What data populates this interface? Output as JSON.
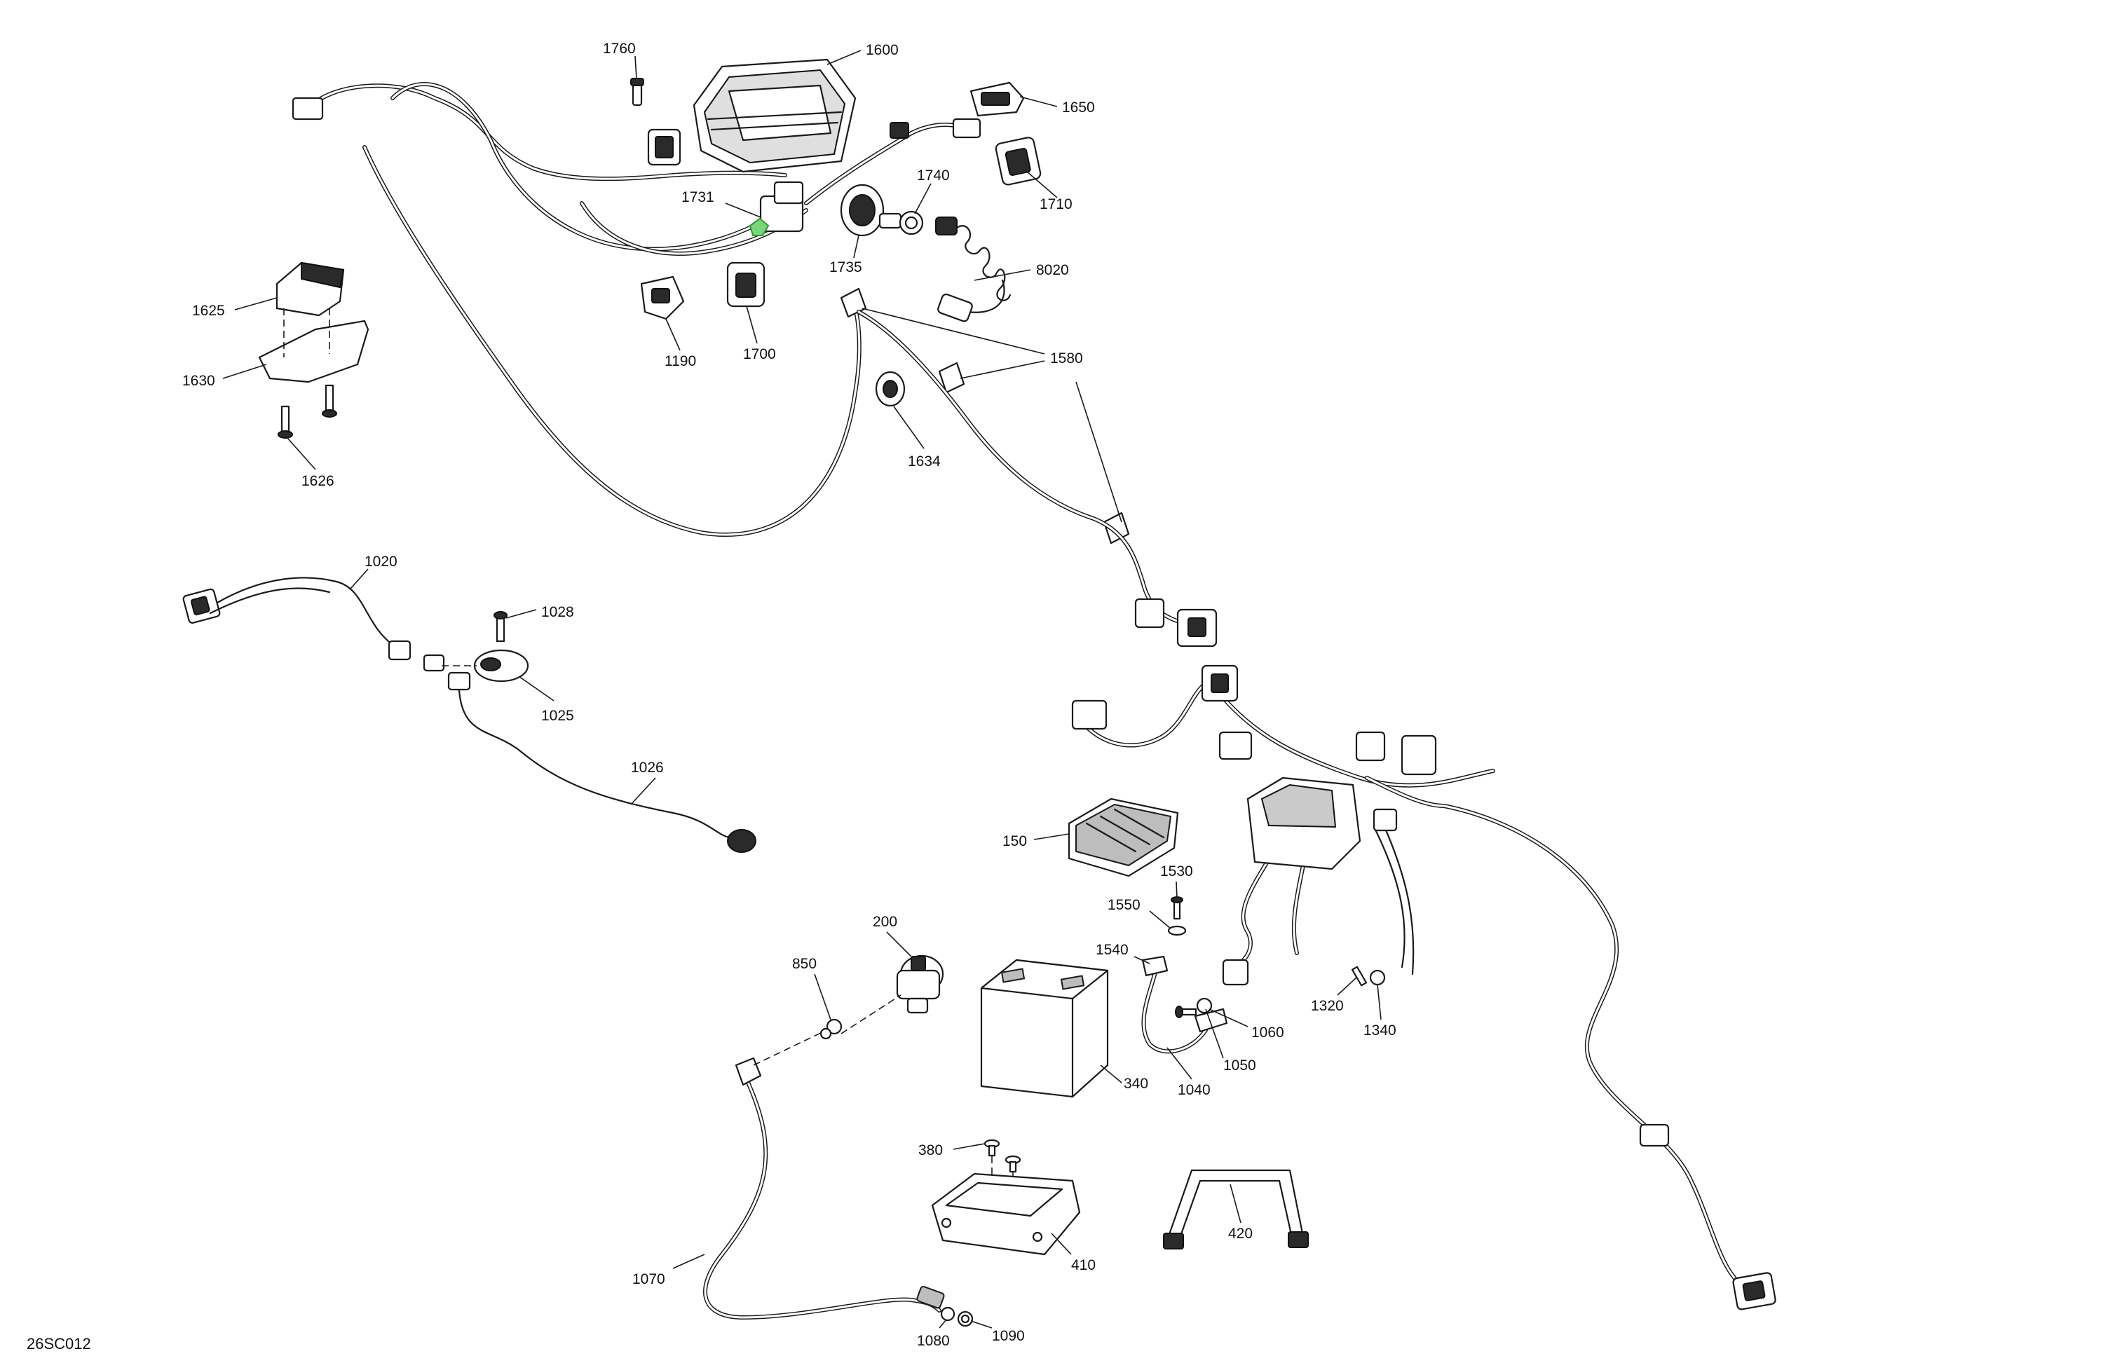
{
  "diagram": {
    "drawing_code": "26SC012",
    "callouts": [
      {
        "id": "c1760",
        "label": "1760"
      },
      {
        "id": "c1600",
        "label": "1600"
      },
      {
        "id": "c1650",
        "label": "1650"
      },
      {
        "id": "c1710",
        "label": "1710"
      },
      {
        "id": "c1740",
        "label": "1740"
      },
      {
        "id": "c1731",
        "label": "1731"
      },
      {
        "id": "c1735",
        "label": "1735"
      },
      {
        "id": "c8020",
        "label": "8020"
      },
      {
        "id": "c1625",
        "label": "1625"
      },
      {
        "id": "c1630",
        "label": "1630"
      },
      {
        "id": "c1626",
        "label": "1626"
      },
      {
        "id": "c1190",
        "label": "1190"
      },
      {
        "id": "c1700",
        "label": "1700"
      },
      {
        "id": "c1580",
        "label": "1580"
      },
      {
        "id": "c1634",
        "label": "1634"
      },
      {
        "id": "c1020",
        "label": "1020"
      },
      {
        "id": "c1028",
        "label": "1028"
      },
      {
        "id": "c1025",
        "label": "1025"
      },
      {
        "id": "c1026",
        "label": "1026"
      },
      {
        "id": "c150",
        "label": "150"
      },
      {
        "id": "c1530",
        "label": "1530"
      },
      {
        "id": "c1550",
        "label": "1550"
      },
      {
        "id": "c1540",
        "label": "1540"
      },
      {
        "id": "c200",
        "label": "200"
      },
      {
        "id": "c850",
        "label": "850"
      },
      {
        "id": "c1060",
        "label": "1060"
      },
      {
        "id": "c1050",
        "label": "1050"
      },
      {
        "id": "c1040",
        "label": "1040"
      },
      {
        "id": "c340",
        "label": "340"
      },
      {
        "id": "c1320",
        "label": "1320"
      },
      {
        "id": "c1340",
        "label": "1340"
      },
      {
        "id": "c380",
        "label": "380"
      },
      {
        "id": "c410",
        "label": "410"
      },
      {
        "id": "c420",
        "label": "420"
      },
      {
        "id": "c1070",
        "label": "1070"
      },
      {
        "id": "c1080",
        "label": "1080"
      },
      {
        "id": "c1090",
        "label": "1090"
      }
    ]
  }
}
